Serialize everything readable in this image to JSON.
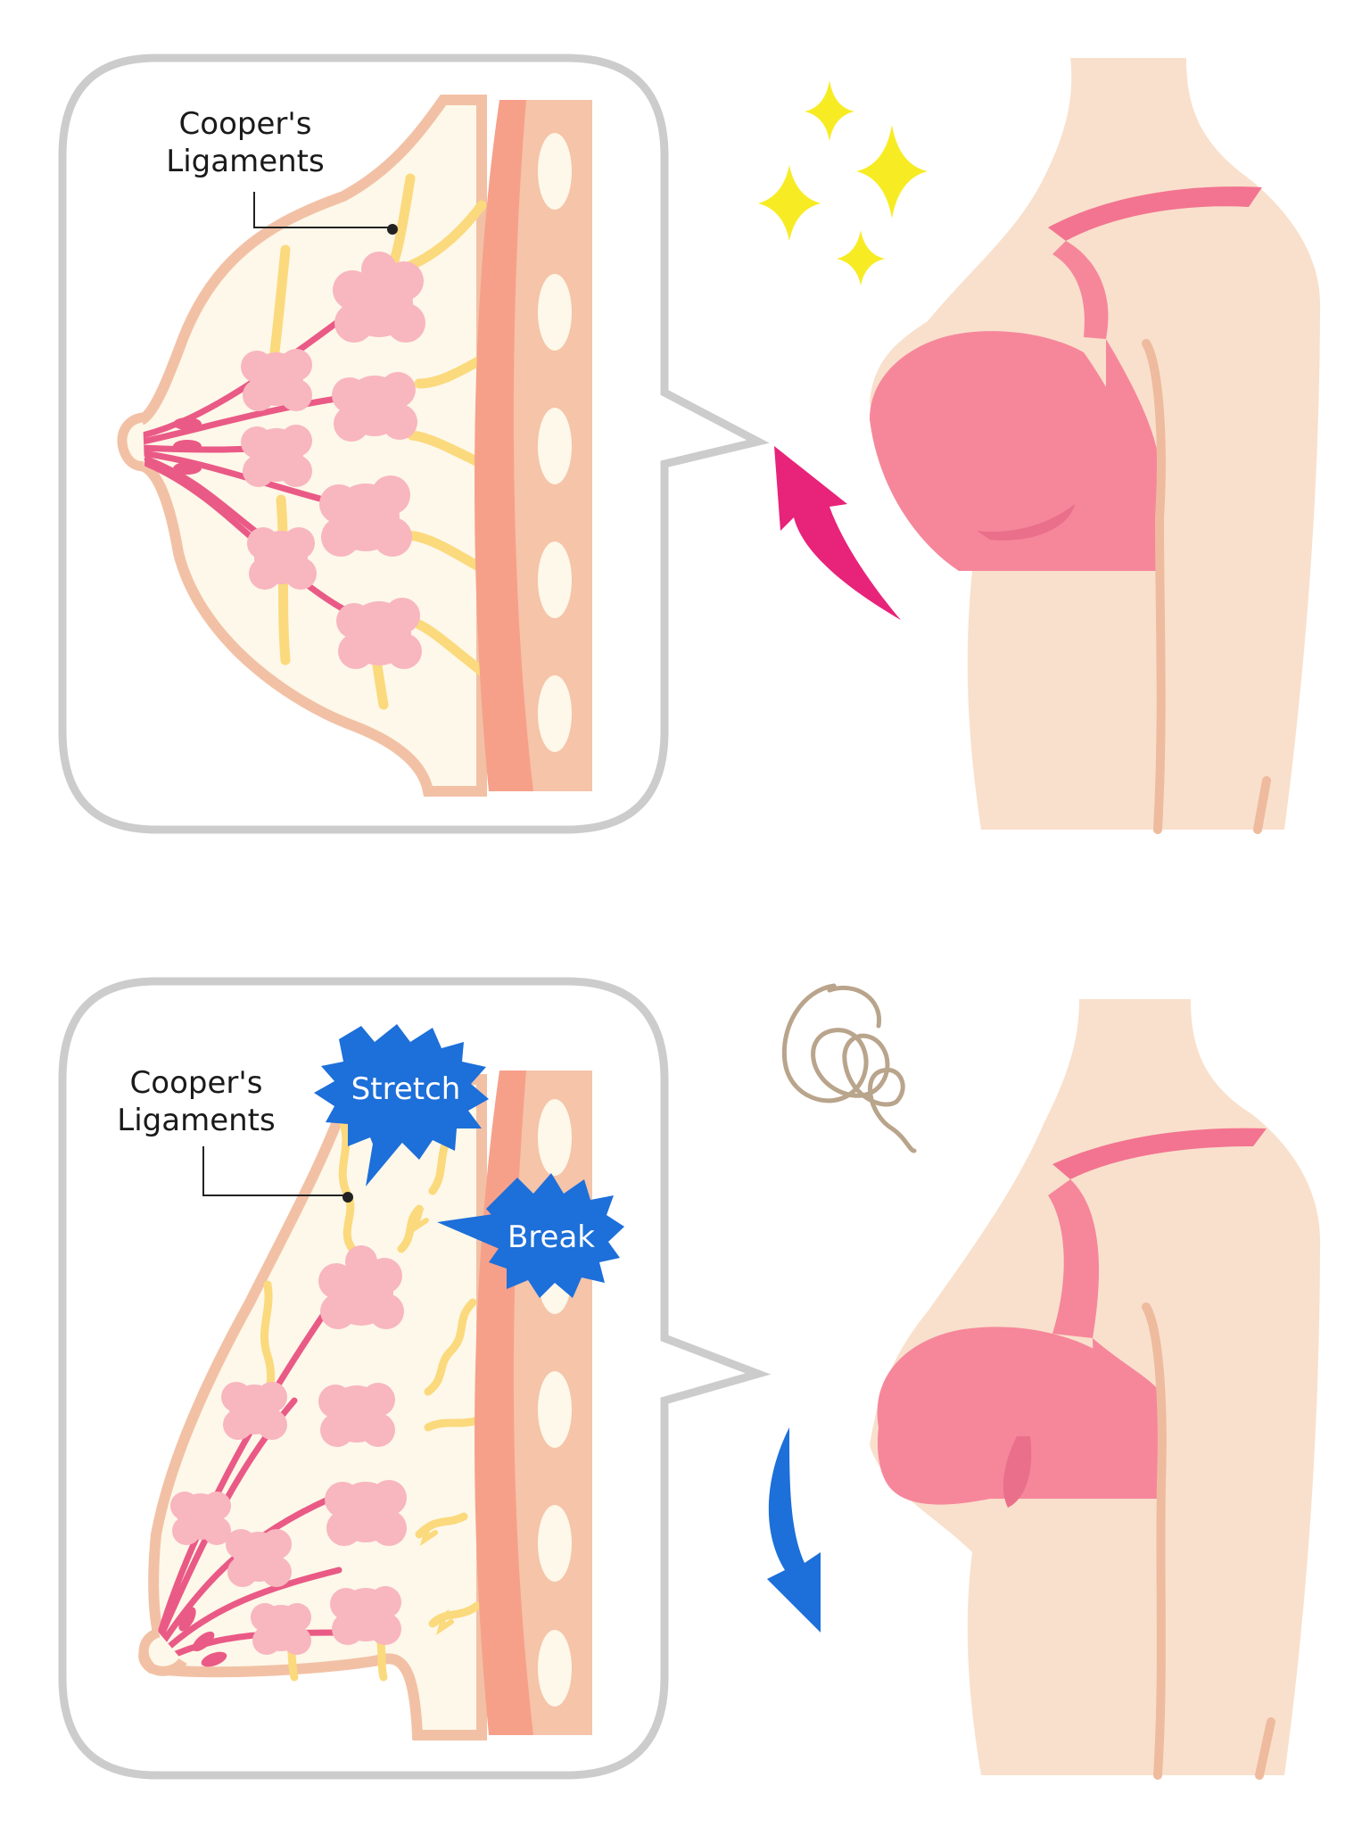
{
  "top_panel": {
    "label_line1": "Cooper's",
    "label_line2": "Ligaments"
  },
  "bottom_panel": {
    "label_line1": "Cooper's",
    "label_line2": "Ligaments",
    "stretch_text": "Stretch",
    "break_text": "Break"
  },
  "colors": {
    "skin": "#f9e0cc",
    "skin_outline": "#f2c1a5",
    "tissue": "#fdf8e9",
    "ligament": "#fbd97d",
    "lobule": "#f8b6bf",
    "duct": "#ea5a86",
    "muscle": "#f6a08a",
    "chest_wall": "#f5c4a9",
    "rib": "#fdf8e9",
    "bra": "#f6879b",
    "bra_strap": "#f27490",
    "arrow_up": "#e8237a",
    "arrow_down": "#1d6fd9",
    "burst": "#1d6fd9",
    "sparkle": "#f7ec24",
    "scribble": "#b9a48c",
    "bubble_border": "#cccccc"
  }
}
